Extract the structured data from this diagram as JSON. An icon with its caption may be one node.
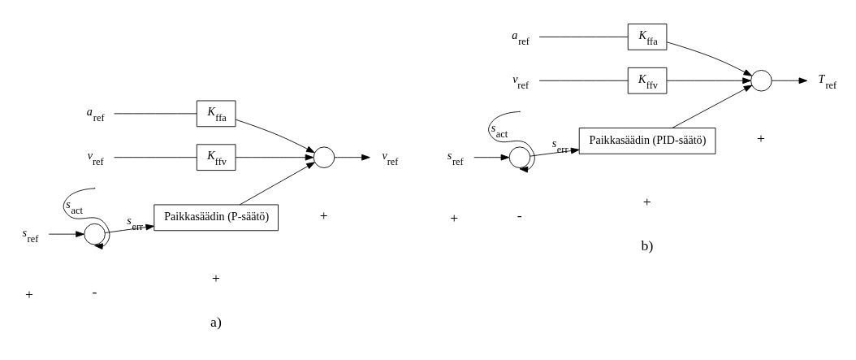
{
  "diagram": {
    "nodes": [
      {
        "text": [
          "*a*$_{ref}$"
        ]
      },
      {
        "text": [
          "*K*$_{ffa}$"
        ]
      },
      {
        "text": [
          "*v*$_{ref}$"
        ]
      },
      {
        "text": [
          "*K*$_{ffv}$"
        ]
      },
      {
        "text": [
          "*s*$_{ref}$"
        ]
      },
      {
        "text": [],
        "shape": "circle"
      },
      {
        "text": [
          "Paikkasäädin (P-säätö)"
        ]
      },
      {
        "text": [],
        "shape": "circle"
      },
      {
        "text": [
          "*v*$_{ref}$"
        ]
      },
      {
        "text": [
          "*a*$_{ref}$"
        ]
      },
      {
        "text": [
          "*K*$_{ffa}$"
        ]
      },
      {
        "text": [
          "*v*$_{ref}$"
        ]
      },
      {
        "text": [
          "*K*$_{ffv}$"
        ]
      },
      {
        "text": [
          "*s*$_{ref}$"
        ]
      },
      {
        "text": [],
        "shape": "circle"
      },
      {
        "text": [
          "Paikkasäädin (PID-säätö)"
        ]
      },
      {
        "text": [],
        "shape": "circle"
      },
      {
        "text": [
          "*T*$_{ref}$"
        ]
      }
    ],
    "edges": [
      {
        "from": 0,
        "to": 1,
        "arrow": "none"
      },
      {
        "from": 1,
        "to": 7,
        "arrow": "to"
      },
      {
        "from": 2,
        "to": 3,
        "arrow": "none"
      },
      {
        "from": 3,
        "to": 7,
        "arrow": "to"
      },
      {
        "from": 4,
        "to": 5,
        "arrow": "to"
      },
      {
        "from": 5,
        "to": 6,
        "arrow": "to",
        "label": "*s*$_{err}$"
      },
      {
        "from": 6,
        "to": 7,
        "arrow": "to"
      },
      {
        "from": 7,
        "to": 8,
        "arrow": "to"
      },
      {
        "from": null,
        "to": 5,
        "arrow": "to",
        "label": "*s*$_{act}$"
      },
      {
        "from": 9,
        "to": 10,
        "arrow": "none"
      },
      {
        "from": 10,
        "to": 16,
        "arrow": "to"
      },
      {
        "from": 11,
        "to": 12,
        "arrow": "none"
      },
      {
        "from": 12,
        "to": 16,
        "arrow": "to"
      },
      {
        "from": 13,
        "to": 14,
        "arrow": "to"
      },
      {
        "from": 14,
        "to": 15,
        "arrow": "to",
        "label": "*s*$_{err}$"
      },
      {
        "from": 15,
        "to": 16,
        "arrow": "to"
      },
      {
        "from": 16,
        "to": 17,
        "arrow": "to"
      },
      {
        "from": null,
        "to": 14,
        "arrow": "to",
        "label": "*s*$_{act}$"
      }
    ],
    "labels": [
      "+",
      "-",
      "+",
      "+",
      "+",
      "-",
      "+",
      "+",
      "a)",
      "b)"
    ]
  }
}
